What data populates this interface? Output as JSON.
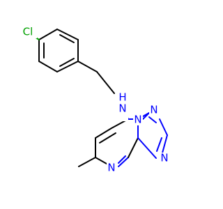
{
  "molecule": {
    "atoms": {
      "cl": {
        "label": "Cl",
        "color": "#00a000"
      },
      "nh": {
        "label": "N",
        "sub_label": "H",
        "color": "#0000ff"
      },
      "n_bridge": {
        "label": "N",
        "color": "#0000ff"
      },
      "n_top": {
        "label": "N",
        "color": "#0000ff"
      },
      "n_right": {
        "label": "N",
        "color": "#0000ff"
      },
      "n_bottom_left": {
        "label": "N",
        "color": "#0000ff"
      }
    },
    "colors": {
      "carbon_bond": "#000000",
      "nitrogen": "#0000ff",
      "chlorine": "#00a000",
      "background": "#ffffff"
    }
  }
}
